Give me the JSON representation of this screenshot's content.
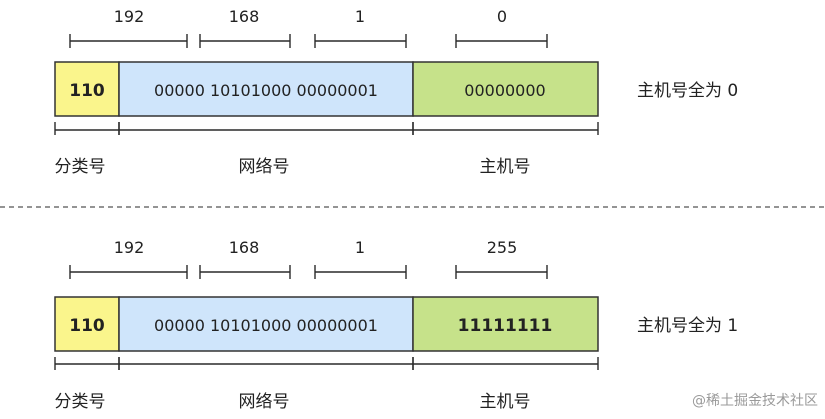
{
  "rows": [
    {
      "octets": [
        "192",
        "168",
        "1",
        "0"
      ],
      "class_bits": "110",
      "network_bits": "00000 10101000 00000001",
      "host_bits": "00000000",
      "segment_labels": [
        "分类号",
        "网络号",
        "主机号"
      ],
      "note": "主机号全为 0"
    },
    {
      "octets": [
        "192",
        "168",
        "1",
        "255"
      ],
      "class_bits": "110",
      "network_bits": "00000 10101000 00000001",
      "host_bits": "11111111",
      "segment_labels": [
        "分类号",
        "网络号",
        "主机号"
      ],
      "note": "主机号全为 1"
    }
  ],
  "colors": {
    "class_fill": "#faf58c",
    "network_fill": "#cfe5fb",
    "host_fill": "#c6e28a",
    "divider": "#555555"
  },
  "watermark": "@稀土掘金技术社区"
}
